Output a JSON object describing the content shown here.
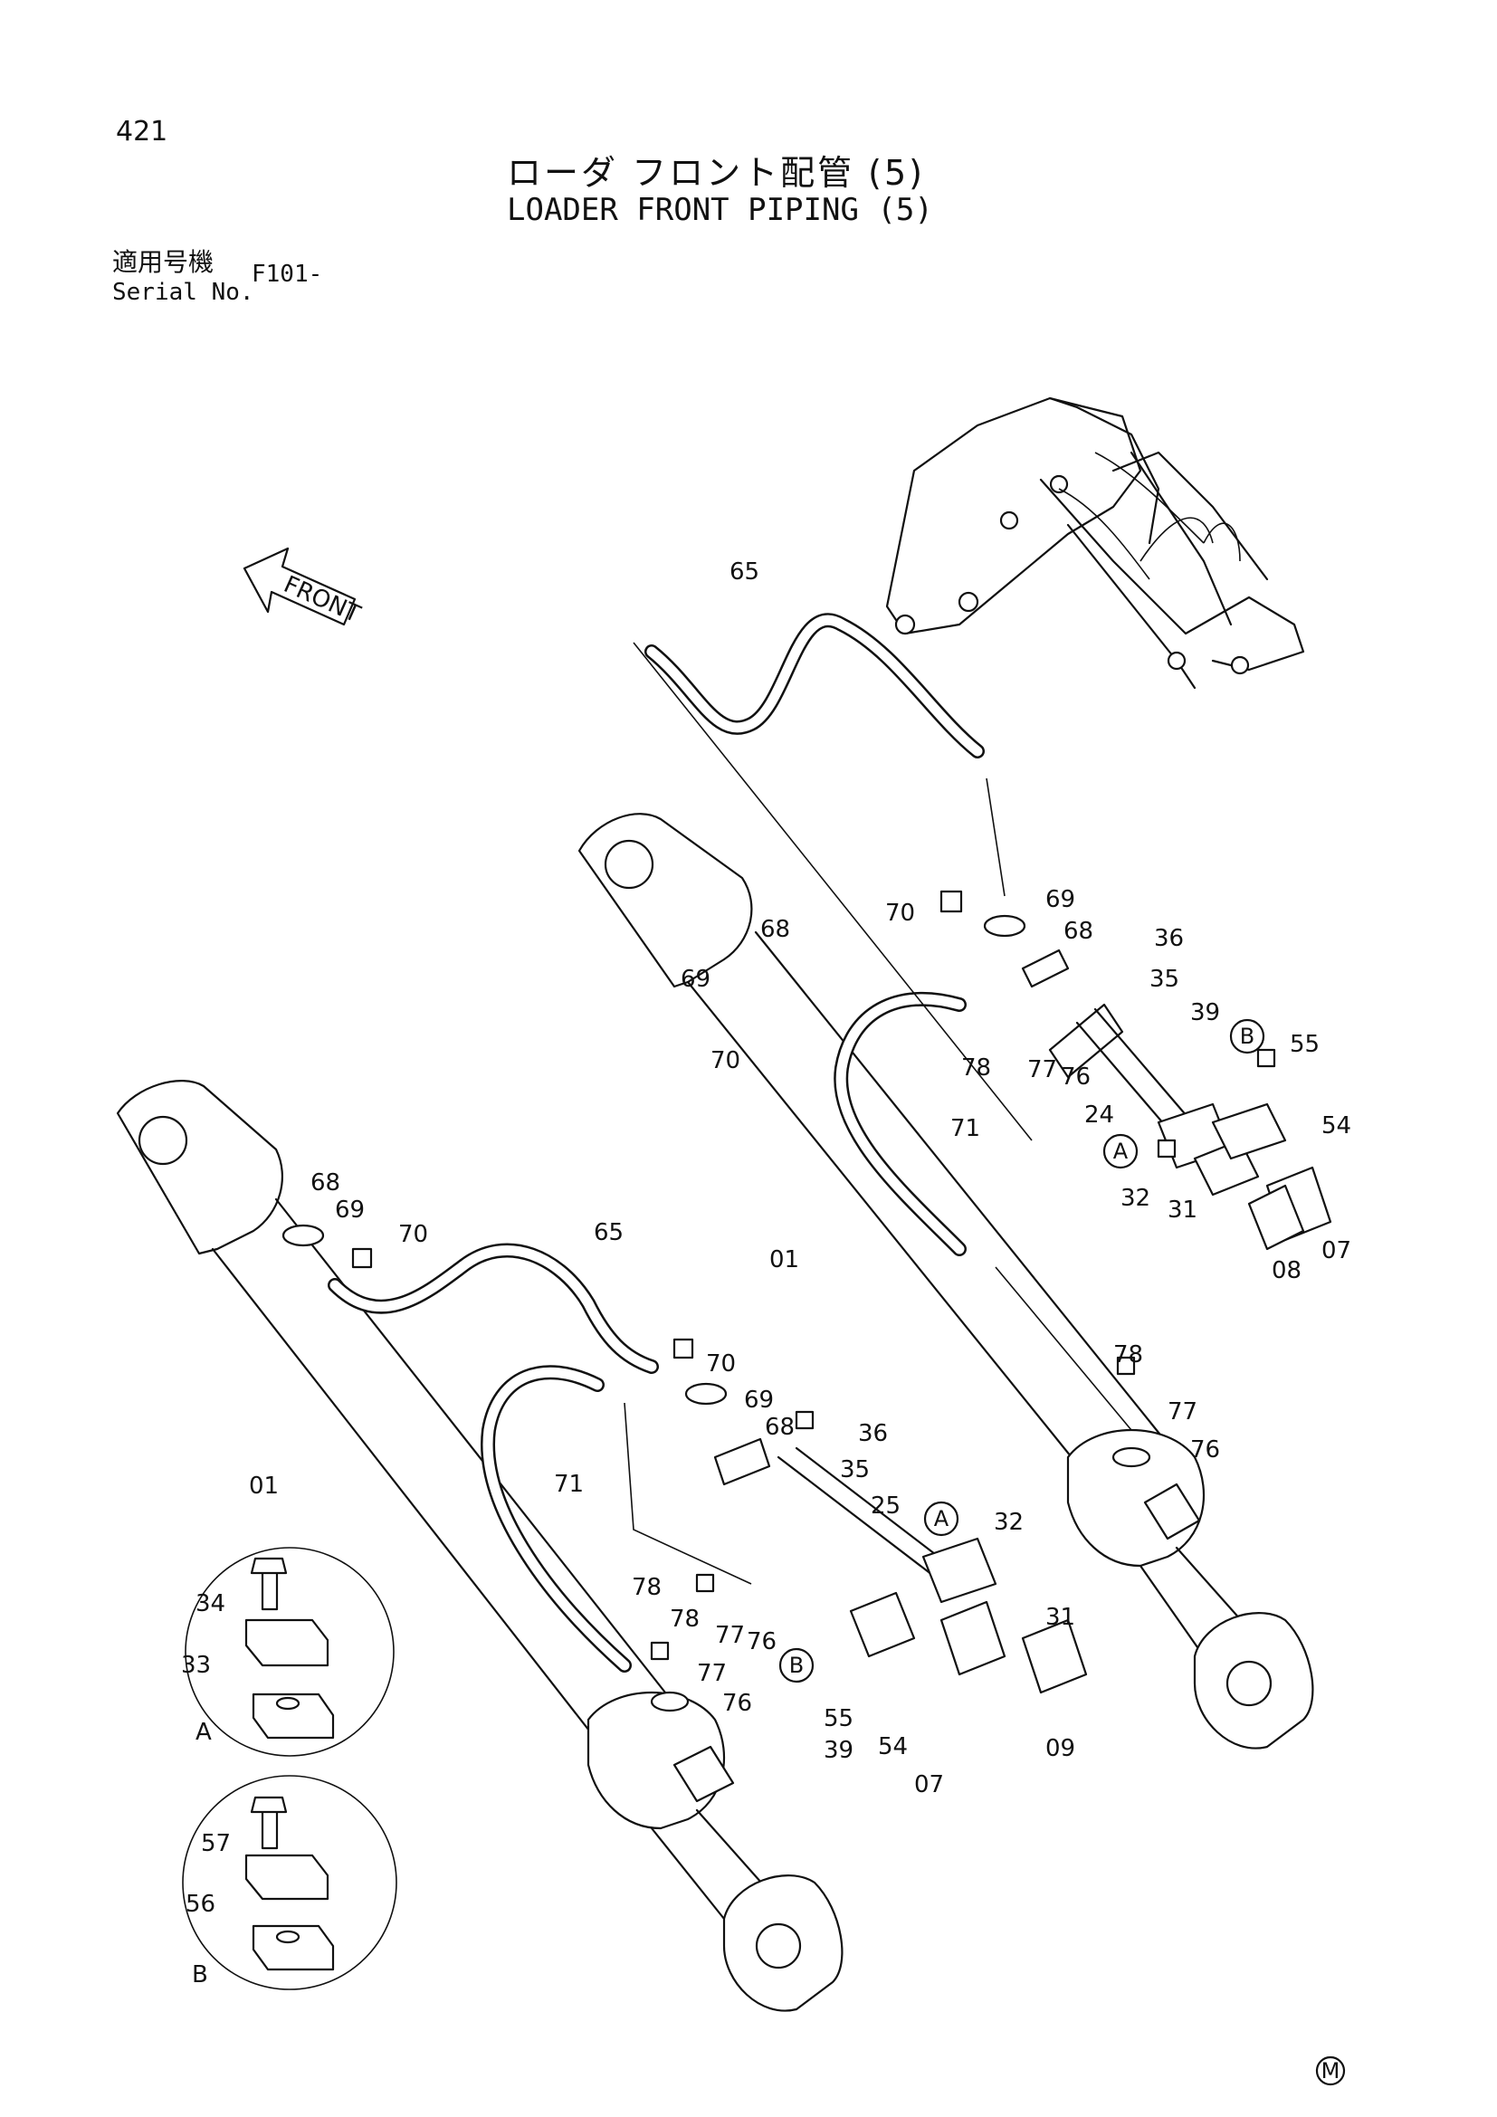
{
  "header": {
    "page_number": "421",
    "title_ja": "ローダ フロント配管 (5)",
    "title_en": "LOADER FRONT PIPING (5)",
    "serial_label_ja": "適用号機",
    "serial_label_en": "Serial No.",
    "serial_value": "F101-"
  },
  "direction": {
    "front_label": "FRONT"
  },
  "callouts": {
    "top_cylinder": [
      "65",
      "70",
      "69",
      "68",
      "36",
      "35",
      "68",
      "69",
      "70",
      "78",
      "77",
      "76",
      "39",
      "24",
      "55",
      "54",
      "32",
      "31",
      "08",
      "07",
      "71",
      "01",
      "78",
      "77",
      "76"
    ],
    "bottom_cylinder": [
      "68",
      "69",
      "70",
      "65",
      "70",
      "69",
      "68",
      "36",
      "35",
      "01",
      "71",
      "25",
      "32",
      "31",
      "78",
      "77",
      "76",
      "78",
      "55",
      "39",
      "54",
      "07",
      "09",
      "77",
      "76"
    ],
    "detail_a": [
      "34",
      "33"
    ],
    "detail_b": [
      "57",
      "56"
    ]
  },
  "circle_refs": {
    "a": "A",
    "b": "B"
  },
  "detail_views": {
    "a": "A",
    "b": "B"
  },
  "footer": {
    "mark": "M"
  }
}
